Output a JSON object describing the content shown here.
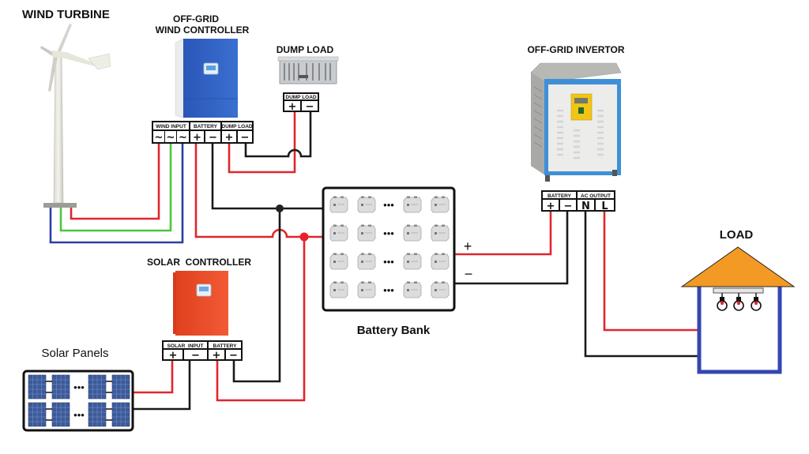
{
  "diagram": {
    "title": "Hybrid Wind-Solar Off-Grid Power System",
    "components": {
      "wind_turbine": {
        "label": "WIND TURBINE"
      },
      "wind_controller": {
        "label_line1": "OFF-GRID",
        "label_line2": "WIND CONTROLLER",
        "terminal_groups": [
          "WIND INPUT",
          "BATTERY",
          "DUMP LOAD"
        ],
        "terminals": [
          "~",
          "~",
          "~",
          "+",
          "−",
          "+",
          "−"
        ]
      },
      "dump_load": {
        "label": "DUMP LOAD",
        "terminal_group": "DUMP LOAD",
        "terminals": [
          "+",
          "−"
        ]
      },
      "inverter": {
        "label": "OFF-GRID INVERTOR",
        "terminal_groups": [
          "BATTERY",
          "AC OUTPUT"
        ],
        "terminals": [
          "+",
          "−",
          "N",
          "L"
        ]
      },
      "battery_bank": {
        "label": "Battery Bank",
        "rows": 4,
        "ellipsis": "•••",
        "plus_label": "+",
        "minus_label": "−"
      },
      "solar_controller": {
        "label": "SOLAR  CONTROLLER",
        "terminal_groups": [
          "SOLAR  INPUT",
          "BATTERY"
        ],
        "terminals": [
          "+",
          "−",
          "+",
          "−"
        ]
      },
      "solar_panels": {
        "label": "Solar Panels",
        "ellipsis": "•••"
      },
      "load": {
        "label": "LOAD",
        "bulbs": 3
      }
    },
    "colors": {
      "positive_wire": "#e0262b",
      "negative_wire": "#1a1a1a",
      "wind_phase_red": "#e0262b",
      "wind_phase_green": "#4cc640",
      "wind_phase_blue": "#2d3ea6",
      "wind_controller_body": "#2f62c4",
      "solar_controller_body": "#ee4a2a",
      "inverter_frame": "#3f8fd8",
      "inverter_panel": "#f2c418",
      "load_roof": "#f39a25",
      "load_walls": "#3446b0",
      "solar_cell": "#3d5a9a"
    }
  }
}
